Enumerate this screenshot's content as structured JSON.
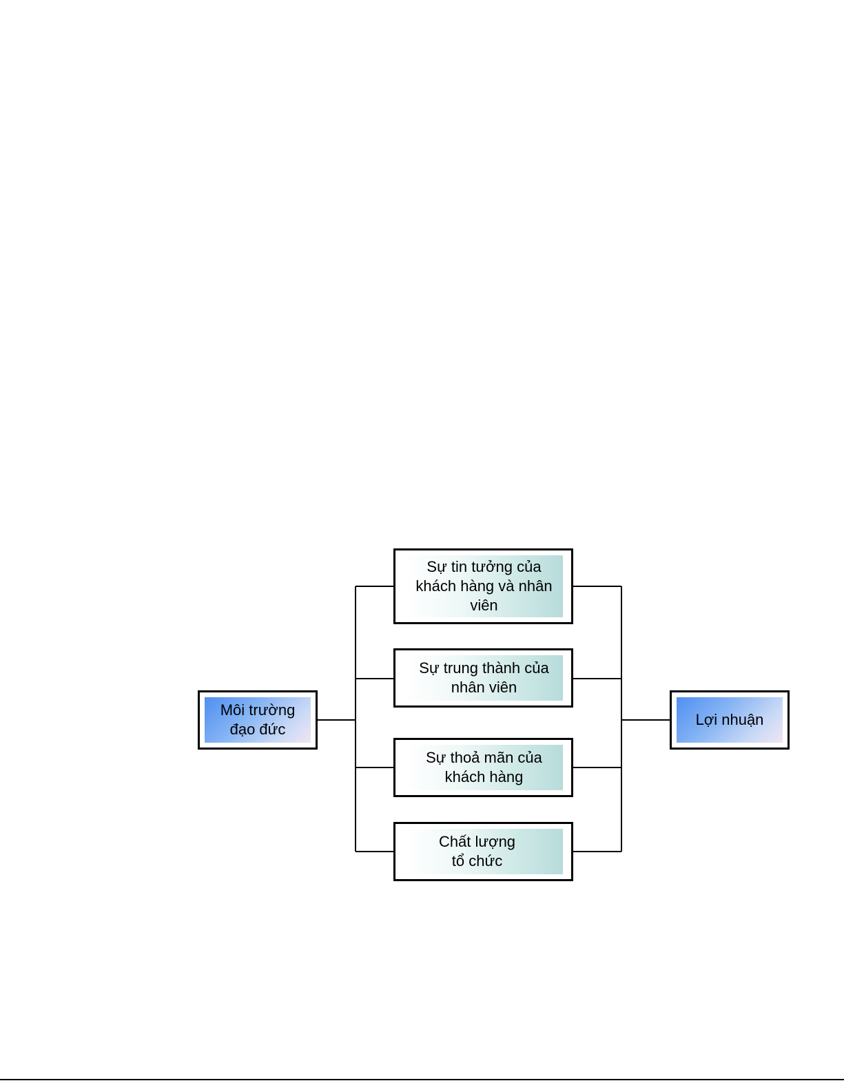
{
  "diagram": {
    "source_node": {
      "label": "Môi trường đạo đức"
    },
    "factor_nodes": [
      {
        "label": "Sự tin tưởng của khách hàng và nhân viên"
      },
      {
        "label": "Sự trung thành của nhân viên"
      },
      {
        "label": "Sự thoả mãn của khách hàng"
      },
      {
        "label": "Chất lượng tổ chức"
      }
    ],
    "target_node": {
      "label": "Lợi nhuận"
    },
    "colors": {
      "factor_fill_start": "#ffffff",
      "factor_fill_end": "#b7dcdb",
      "endpoint_fill_start": "#4f8ff0",
      "endpoint_fill_end": "#efe6f4",
      "border": "#000000",
      "connector": "#000000"
    }
  }
}
